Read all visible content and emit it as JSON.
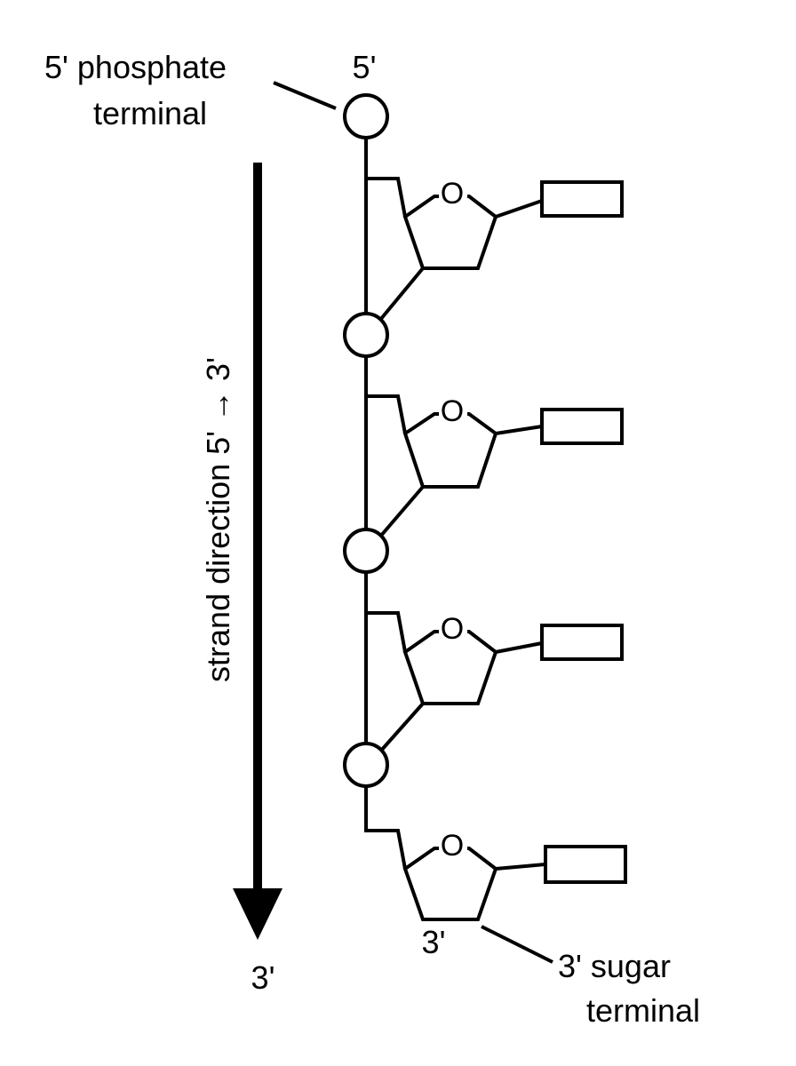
{
  "labels": {
    "five_prime_top": "5'",
    "five_prime_phosphate": "5' phosphate",
    "terminal_top": "terminal",
    "strand_direction": "strand direction 5' → 3'",
    "three_prime_arrow": "3'",
    "three_prime_sugar_end": "3'",
    "three_prime_sugar": "3' sugar",
    "terminal_bottom": "terminal",
    "ring_oxygen": "O"
  },
  "nucleotides": [
    {
      "base": "",
      "sugar_oxygen": "O"
    },
    {
      "base": "",
      "sugar_oxygen": "O"
    },
    {
      "base": "",
      "sugar_oxygen": "O"
    },
    {
      "base": "",
      "sugar_oxygen": "O"
    }
  ],
  "colors": {
    "stroke": "#000000",
    "background": "#ffffff"
  }
}
